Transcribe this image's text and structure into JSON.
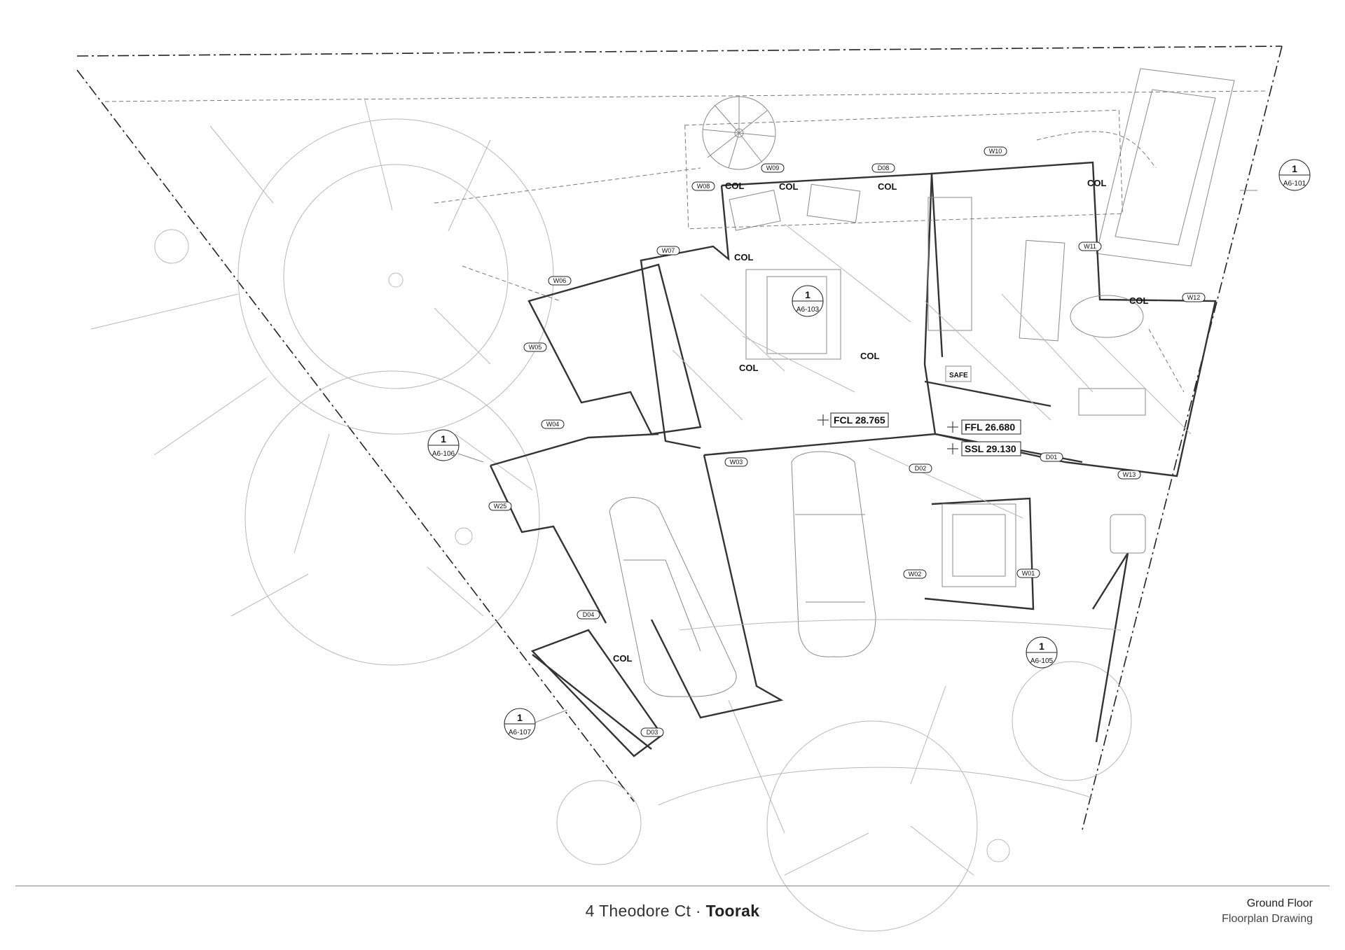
{
  "footer": {
    "number": "4",
    "street": "Theodore Ct",
    "sep": "·",
    "suburb": "Toorak",
    "level": "Ground Floor",
    "drawing_type": "Floorplan Drawing"
  },
  "levels": {
    "fcl": "FCL 28.765",
    "ffl": "FFL 26.680",
    "ssl": "SSL 29.130"
  },
  "section_markers": [
    {
      "num": "1",
      "ref": "A6-101"
    },
    {
      "num": "1",
      "ref": "A6-103"
    },
    {
      "num": "1",
      "ref": "A6-106"
    },
    {
      "num": "1",
      "ref": "A6-105"
    },
    {
      "num": "1",
      "ref": "A6-107"
    }
  ],
  "window_tags": [
    "W10",
    "W09",
    "D08",
    "W08",
    "W07",
    "W06",
    "W05",
    "W04",
    "W25",
    "W03",
    "D02",
    "D01",
    "W11",
    "W12",
    "W13",
    "W02",
    "W01",
    "D04",
    "D03"
  ],
  "col_label": "COL",
  "safe_label": "SAFE",
  "colors": {
    "line": "#8a8a8a",
    "wall": "#333333",
    "text": "#111111"
  }
}
